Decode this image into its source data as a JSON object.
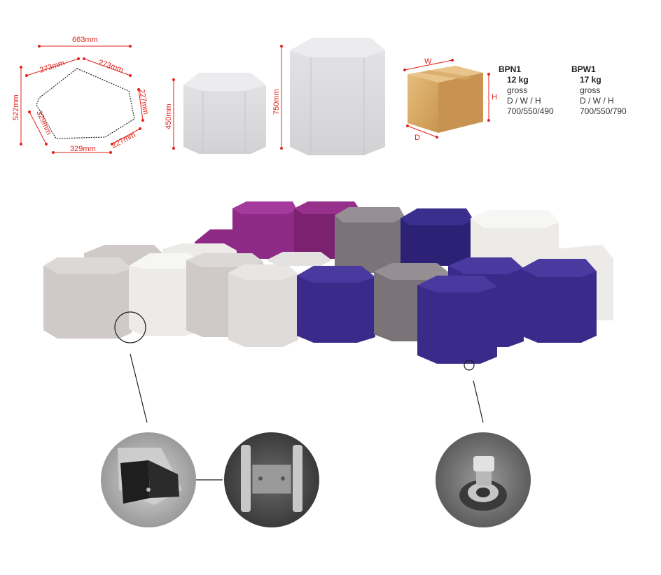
{
  "dimensions": {
    "pentagon": {
      "width_total": "663mm",
      "side_top_left": "273mm",
      "side_top_right": "273mm",
      "height_total": "522mm",
      "side_right": "227mm",
      "side_left": "329mm",
      "side_bottom_right": "227mm",
      "side_bottom": "329mm"
    },
    "low_pouf_height": "450mm",
    "tall_pouf_height": "750mm"
  },
  "box": {
    "label_w": "W",
    "label_h": "H",
    "label_d": "D"
  },
  "specs": [
    {
      "code": "BPN1",
      "weight": "12 kg",
      "gross": "gross",
      "dims_label": "D / W / H",
      "dims": "700/550/490"
    },
    {
      "code": "BPW1",
      "weight": "17 kg",
      "gross": "gross",
      "dims_label": "D / W / H",
      "dims": "700/550/790"
    }
  ],
  "colors": {
    "dimension_red": "#e2231a",
    "purple": "#3a2a8a",
    "magenta": "#8e2a86",
    "light_grey": "#cfcac8",
    "white": "#ecebe8",
    "dark_grey": "#7a7478"
  }
}
